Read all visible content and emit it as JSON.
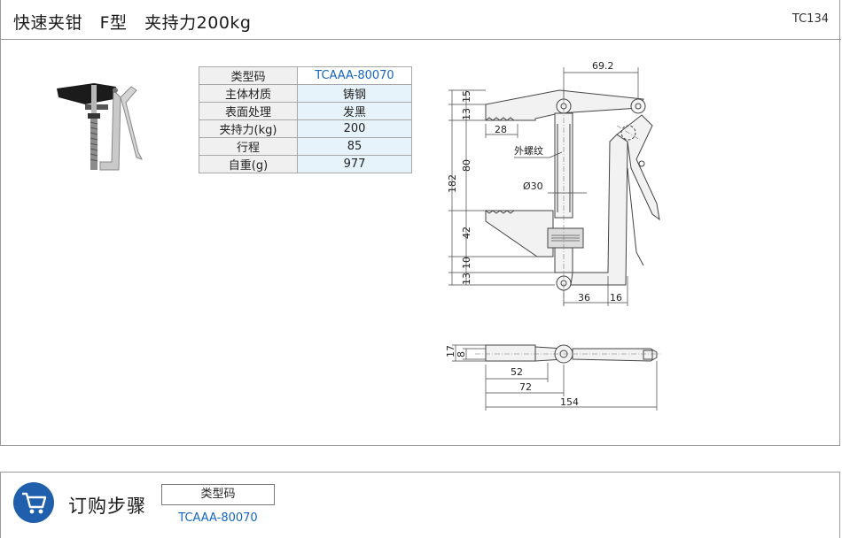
{
  "header": {
    "title": "快速夹钳   F型   夹持力200kg",
    "code_tag": "TC134"
  },
  "spec_table": {
    "rows": [
      {
        "label": "类型码",
        "value": "TCAAA-80070"
      },
      {
        "label": "主体材质",
        "value": "铸钢"
      },
      {
        "label": "表面处理",
        "value": "发黑"
      },
      {
        "label": "夹持力(kg)",
        "value": "200"
      },
      {
        "label": "行程",
        "value": "85"
      },
      {
        "label": "自重(g)",
        "value": "977"
      }
    ]
  },
  "drawing": {
    "dims": {
      "top_width": "69.2",
      "d15": "15",
      "d13_top": "13",
      "d28": "28",
      "d80": "80",
      "d182": "182",
      "d42": "42",
      "d13_bot": "13",
      "d10": "10",
      "d36": "36",
      "d16": "16",
      "diameter": "Ø30",
      "thread_note": "外螺纹",
      "d17": "17",
      "d8": "8",
      "d52": "52",
      "d72": "72",
      "d154": "154"
    }
  },
  "order": {
    "title": "订购步骤",
    "code_label": "类型码",
    "code_value": "TCAAA-80070"
  },
  "colors": {
    "accent": "#1f5fab",
    "link": "#1565c0"
  },
  "icons": {
    "cart": "cart-icon"
  }
}
